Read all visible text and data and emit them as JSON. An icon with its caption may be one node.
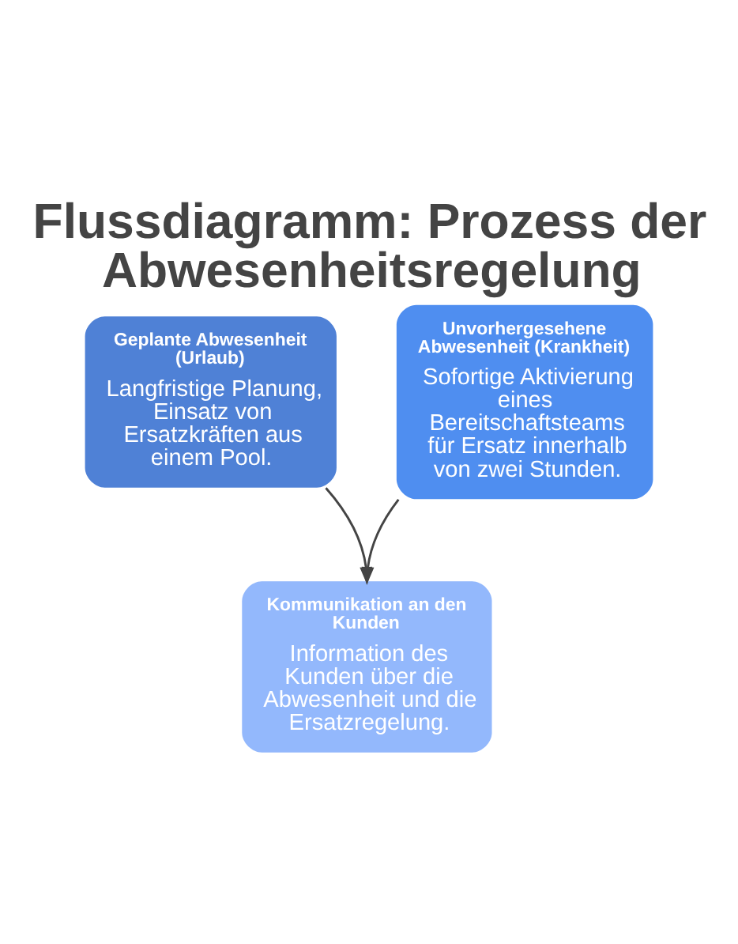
{
  "diagram": {
    "title": "Flussdiagramm: Prozess der Abwesenheitsregelung",
    "nodes": [
      {
        "text": [
          "Geplante Abwesenheit (Urlaub)",
          "Langfristige Planung, Einsatz von Ersatzkräften aus einem Pool."
        ]
      },
      {
        "text": [
          "Unvorhergesehene Abwesenheit (Krankheit)",
          "Sofortige Aktivierung eines Bereitschaftsteams für Ersatz innerhalb von zwei Stunden."
        ]
      },
      {
        "text": [
          "Kommunikation an den Kunden",
          "Information des Kunden über die Abwesenheit und die Ersatzregelung."
        ]
      }
    ],
    "edges": [
      {
        "from": 0,
        "to": 2,
        "arrow": "to"
      },
      {
        "from": 1,
        "to": 2,
        "arrow": "to"
      }
    ]
  }
}
